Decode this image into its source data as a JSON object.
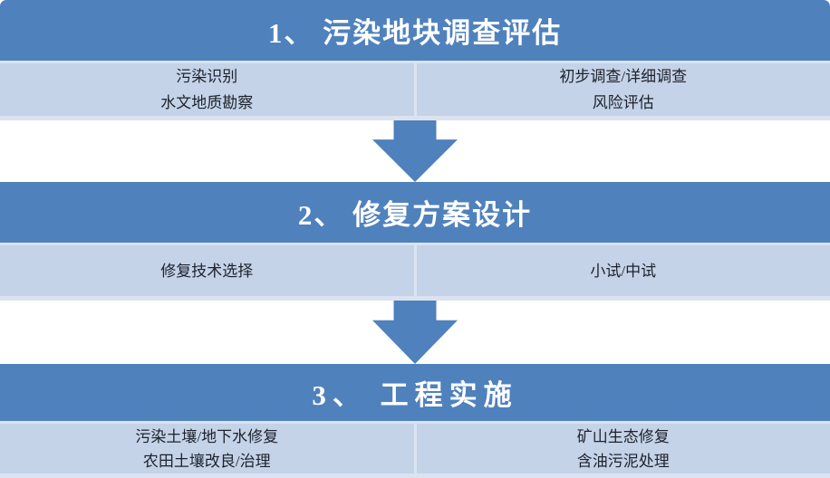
{
  "colors": {
    "page_bg": "#ffffff",
    "header_bg": "#4f81bd",
    "header_text": "#ffffff",
    "cell_bg": "#c5d3e8",
    "cell_text": "#1d222c",
    "separator": "#dbe3f1",
    "arrow": "#4f81bd"
  },
  "flowchart": {
    "sections": [
      {
        "title": "1、 污染地块调查评估",
        "left_items": [
          "污染识别",
          "水文地质勘察"
        ],
        "right_items": [
          "初步调查/详细调查",
          "风险评估"
        ]
      },
      {
        "title": "2、 修复方案设计",
        "left_items": [
          "修复技术选择"
        ],
        "right_items": [
          "小试/中试"
        ]
      },
      {
        "title": "3、 工程实施",
        "left_items": [
          "污染土壤/地下水修复",
          "农田土壤改良/治理"
        ],
        "right_items": [
          "矿山生态修复",
          "含油污泥处理"
        ]
      }
    ],
    "arrow_icon": "down-arrow"
  }
}
